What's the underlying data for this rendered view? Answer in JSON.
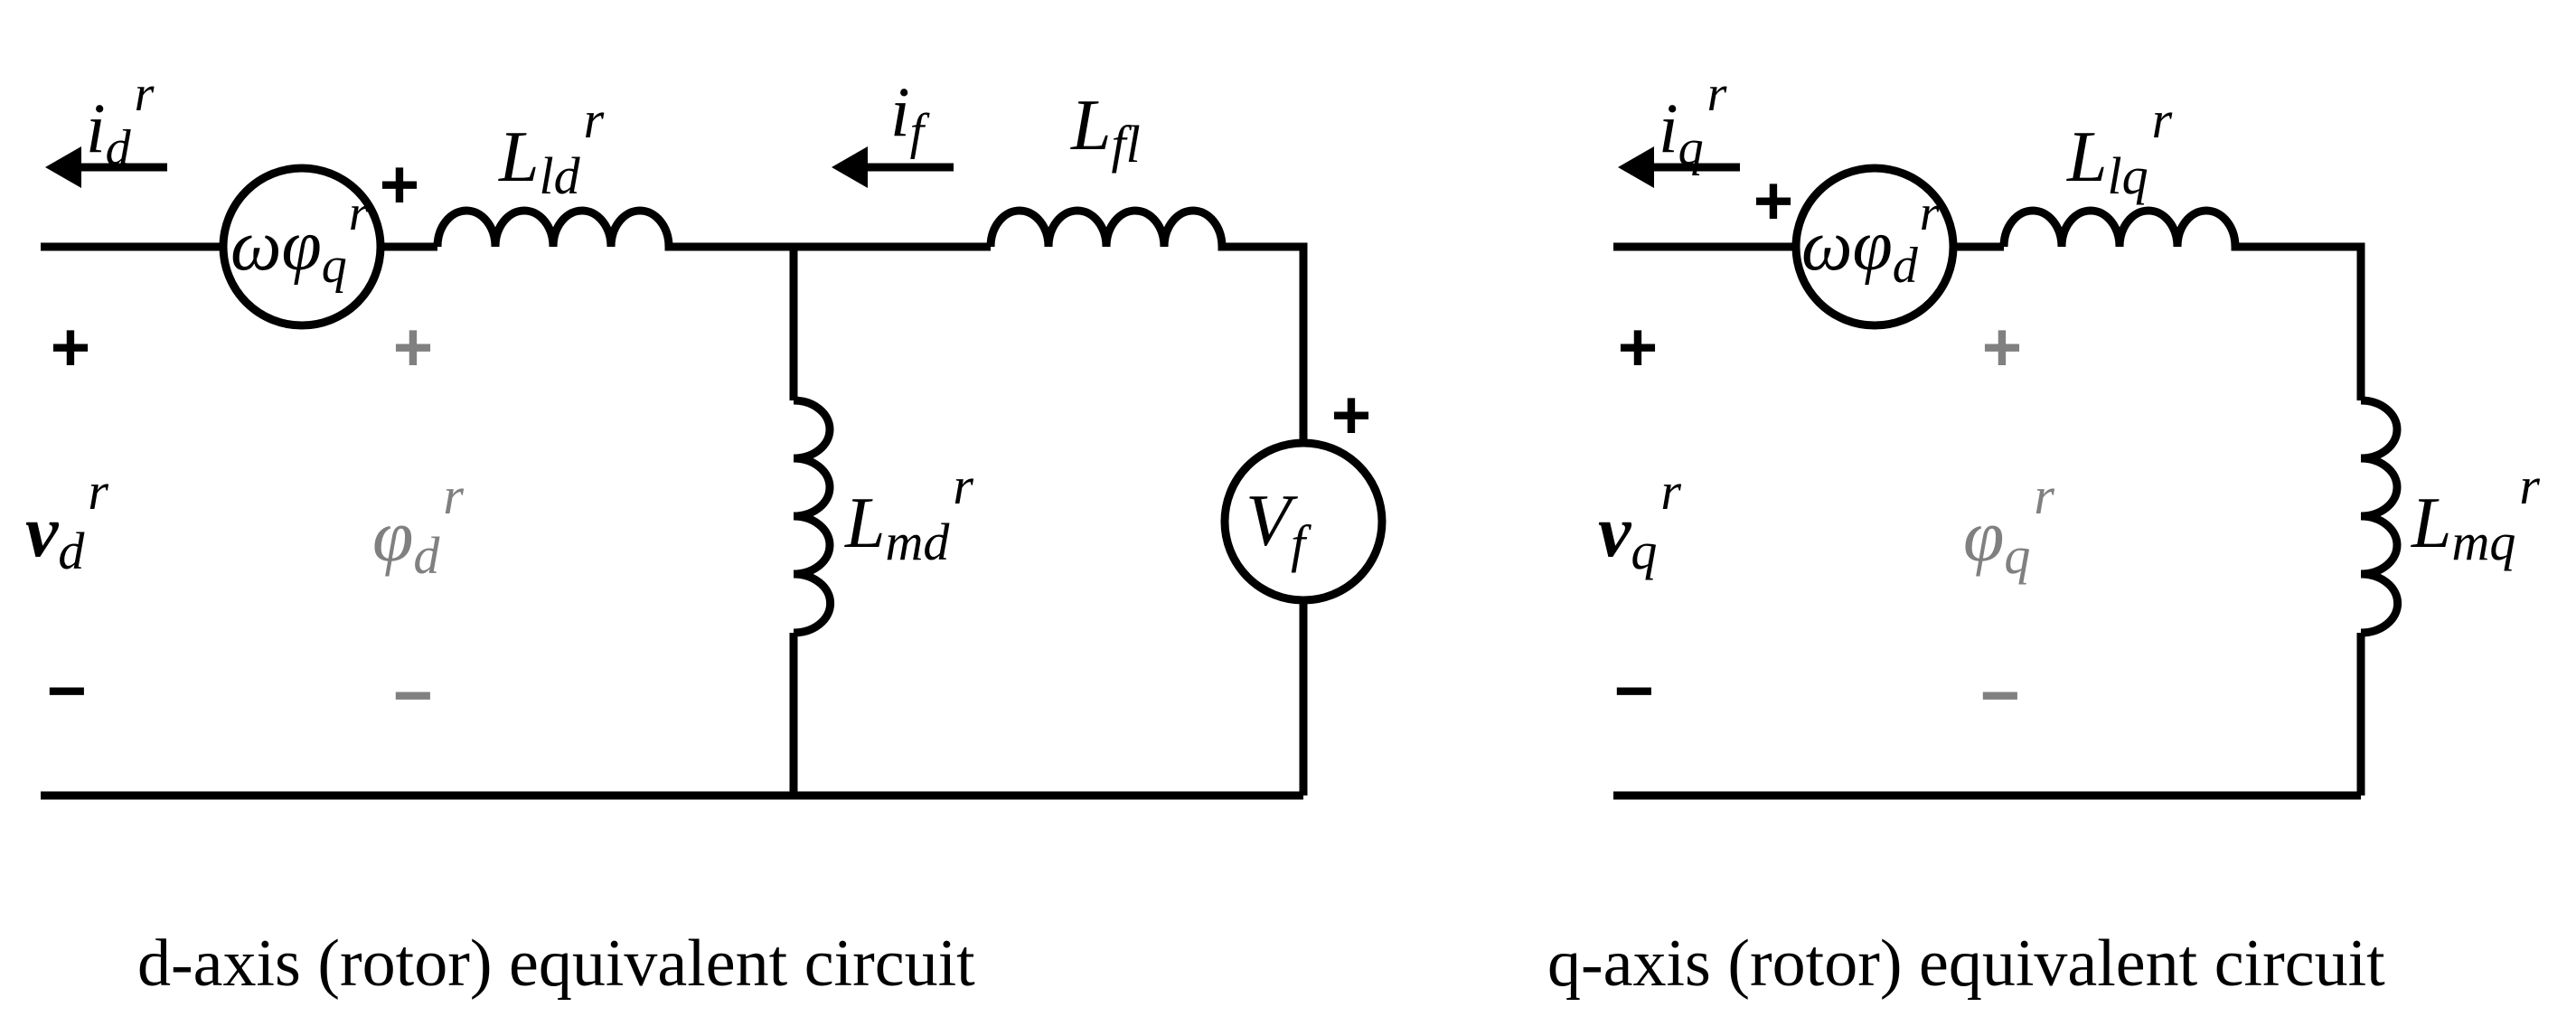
{
  "d_axis": {
    "caption": "d-axis (rotor) equivalent circuit",
    "current_id": {
      "base": "i",
      "sub": "d",
      "sup": "r"
    },
    "current_if": {
      "base": "i",
      "sub": "f"
    },
    "source_omega_phi_q": {
      "base": "ωφ",
      "sub": "q",
      "sup": "r"
    },
    "inductor_Lld": {
      "base": "L",
      "sub": "ld",
      "sup": "r"
    },
    "inductor_Lfl": {
      "base": "L",
      "sub": "fl"
    },
    "inductor_Lmd": {
      "base": "L",
      "sub": "md",
      "sup": "r"
    },
    "source_Vf": {
      "base": "V",
      "sub": "f"
    },
    "voltage_vd": {
      "base": "v",
      "sub": "d",
      "sup": "r"
    },
    "flux_phid": {
      "base": "φ",
      "sub": "d",
      "sup": "r"
    },
    "plus": "+",
    "minus": "−"
  },
  "q_axis": {
    "caption": "q-axis (rotor) equivalent circuit",
    "current_iq": {
      "base": "i",
      "sub": "q",
      "sup": "r"
    },
    "source_omega_phi_d": {
      "base": "ωφ",
      "sub": "d",
      "sup": "r"
    },
    "inductor_Llq": {
      "base": "L",
      "sub": "lq",
      "sup": "r"
    },
    "inductor_Lmq": {
      "base": "L",
      "sub": "mq",
      "sup": "r"
    },
    "voltage_vq": {
      "base": "v",
      "sub": "q",
      "sup": "r"
    },
    "flux_phiq": {
      "base": "φ",
      "sub": "q",
      "sup": "r"
    },
    "plus": "+",
    "minus": "−"
  },
  "colors": {
    "ink": "#000000",
    "flux_gray": "#808080",
    "background": "#ffffff"
  }
}
